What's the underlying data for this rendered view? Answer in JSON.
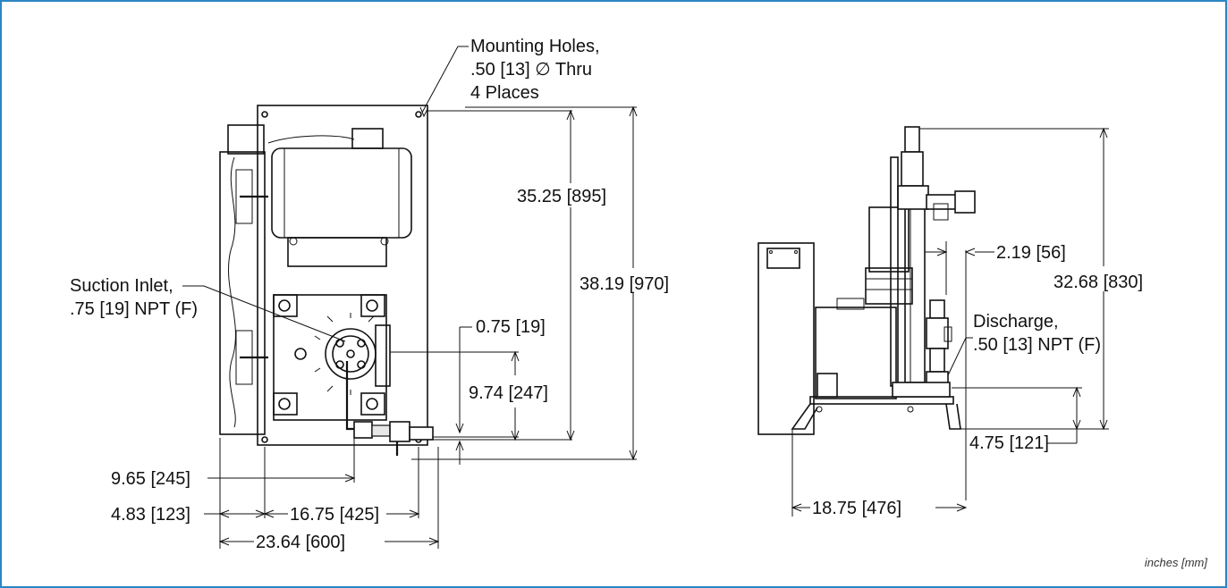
{
  "front_view": {
    "mounting_holes": [
      ".50 [13] ∅ Thru",
      "4 Places"
    ],
    "mounting_holes_title": "Mounting Holes,",
    "suction_inlet_title": "Suction Inlet,",
    "suction_inlet_spec": ".75 [19] NPT (F)",
    "dim_35_25": "35.25 [895]",
    "dim_38_19": "38.19 [970]",
    "dim_0_75": "0.75 [19]",
    "dim_9_74": "9.74 [247]",
    "dim_9_65": "9.65 [245]",
    "dim_4_83": "4.83 [123]",
    "dim_16_75": "16.75 [425]",
    "dim_23_64": "23.64 [600]"
  },
  "side_view": {
    "dim_2_19": "2.19 [56]",
    "dim_32_68": "32.68 [830]",
    "discharge_title": "Discharge,",
    "discharge_spec": ".50 [13] NPT (F)",
    "dim_4_75": "4.75 [121]",
    "dim_18_75": "18.75 [476]"
  },
  "units_note": "inches [mm]"
}
